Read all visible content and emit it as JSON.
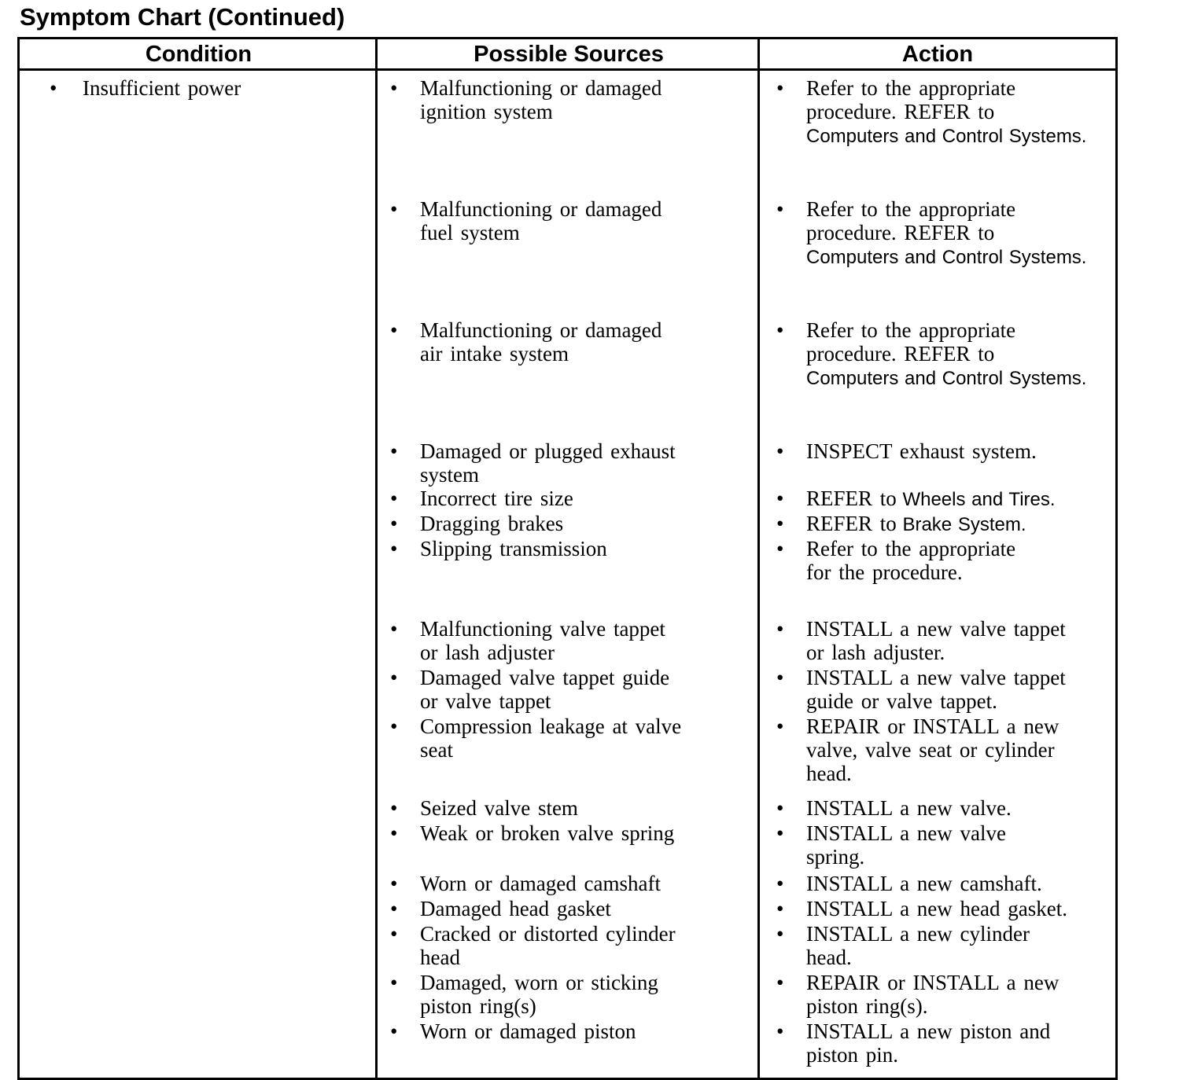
{
  "page_title": "Symptom Chart (Continued)",
  "colors": {
    "text": "#000000",
    "border": "#000000",
    "background": "#ffffff"
  },
  "icons": {
    "bullet": "•"
  },
  "table": {
    "headers": [
      "Condition",
      "Possible Sources",
      "Action"
    ],
    "condition": "Insufficient power",
    "groups": [
      {
        "pairs": [
          {
            "source": "Malfunctioning or damaged\nignition system",
            "action": "Refer to the appropriate\nprocedure. REFER to\n",
            "action_ref": "Computers and Control Systems."
          }
        ]
      },
      {
        "pairs": [
          {
            "source": "Malfunctioning or damaged\nfuel system",
            "action": "Refer to the appropriate\nprocedure. REFER to\n",
            "action_ref": "Computers and Control Systems."
          }
        ]
      },
      {
        "pairs": [
          {
            "source": "Malfunctioning or damaged\nair intake system",
            "action": "Refer to the appropriate\nprocedure. REFER to\n",
            "action_ref": "Computers and Control Systems."
          }
        ]
      },
      {
        "pairs": [
          {
            "source": "Damaged or plugged exhaust\nsystem",
            "action": "INSPECT exhaust system.",
            "action_ref": ""
          },
          {
            "source": "Incorrect tire size",
            "action": "REFER to",
            "action_ref": " Wheels and Tires."
          },
          {
            "source": "Dragging brakes",
            "action": "REFER to",
            "action_ref": " Brake System."
          },
          {
            "source": "Slipping transmission",
            "action": "Refer to the appropriate\nfor the procedure.",
            "action_ref": ""
          }
        ]
      },
      {
        "pairs": [
          {
            "source": "Malfunctioning valve tappet\nor lash adjuster",
            "action": "INSTALL a new valve tappet\nor lash adjuster.",
            "action_ref": ""
          },
          {
            "source": "Damaged valve tappet guide\nor valve tappet",
            "action": "INSTALL a new valve tappet\nguide or valve tappet.",
            "action_ref": ""
          },
          {
            "source": "Compression leakage at valve\nseat",
            "action": "REPAIR or INSTALL a new\nvalve, valve seat or cylinder\nhead.",
            "action_ref": ""
          }
        ]
      },
      {
        "pairs": [
          {
            "source": "Seized valve stem",
            "action": "INSTALL a new valve.",
            "action_ref": ""
          },
          {
            "source": "Weak or broken valve spring",
            "action": "INSTALL a new valve\nspring.",
            "action_ref": ""
          }
        ]
      },
      {
        "pairs": [
          {
            "source": "Worn or damaged camshaft",
            "action": "INSTALL a new camshaft.",
            "action_ref": ""
          },
          {
            "source": "Damaged head gasket",
            "action": "INSTALL a new head gasket.",
            "action_ref": ""
          },
          {
            "source": "Cracked or distorted cylinder\nhead",
            "action": "INSTALL a new cylinder\nhead.",
            "action_ref": ""
          },
          {
            "source": "Damaged, worn or sticking\npiston ring(s)",
            "action": "REPAIR or INSTALL a new\npiston ring(s).",
            "action_ref": ""
          },
          {
            "source": "Worn or damaged piston",
            "action": "INSTALL a new piston and\npiston pin.",
            "action_ref": ""
          }
        ]
      }
    ]
  }
}
